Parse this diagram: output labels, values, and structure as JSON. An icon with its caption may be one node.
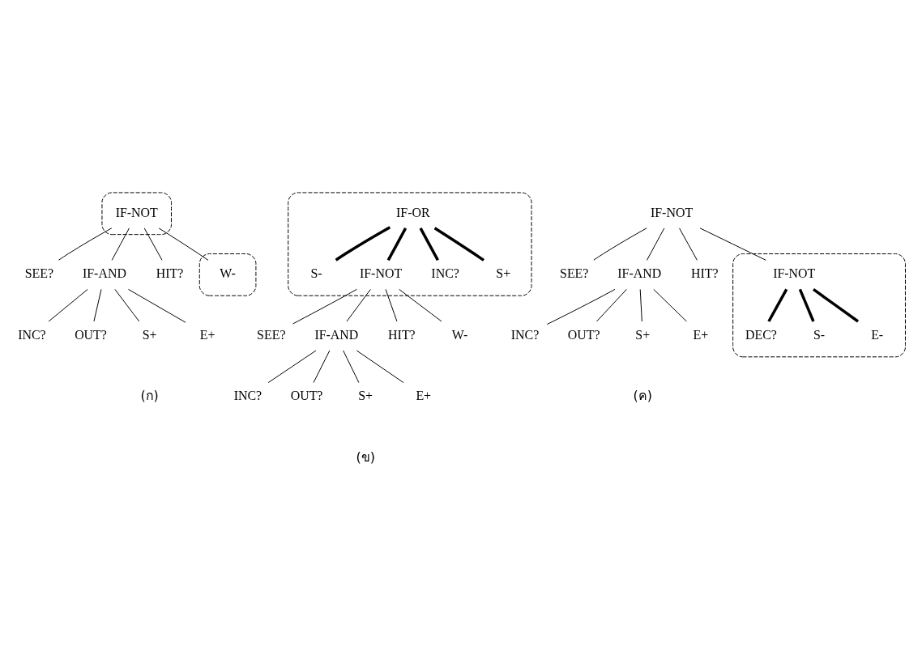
{
  "diagram": {
    "nodes": [
      {
        "text": [],
        "shape": "ellipse"
      },
      {
        "text": [
          "IF-NOT"
        ],
        "in": 0
      },
      {
        "text": [
          "SEE?"
        ]
      },
      {
        "text": [
          "IF-AND"
        ]
      },
      {
        "text": [
          "HIT?"
        ]
      },
      {
        "text": [],
        "shape": "ellipse"
      },
      {
        "text": [
          "W-"
        ],
        "in": 5
      },
      {
        "text": [
          "INC?"
        ]
      },
      {
        "text": [
          "OUT?"
        ]
      },
      {
        "text": [
          "S+"
        ]
      },
      {
        "text": [
          "E+"
        ]
      },
      {
        "text": [],
        "shape": "ellipse"
      },
      {
        "text": [
          "IF-OR"
        ],
        "in": 11
      },
      {
        "text": [
          "S-"
        ],
        "in": 11
      },
      {
        "text": [
          "IF-NOT"
        ],
        "in": 11
      },
      {
        "text": [
          "INC?"
        ],
        "in": 11
      },
      {
        "text": [
          "S+"
        ],
        "in": 11
      },
      {
        "text": [
          "SEE?"
        ]
      },
      {
        "text": [
          "IF-AND"
        ]
      },
      {
        "text": [
          "HIT?"
        ]
      },
      {
        "text": [
          "W-"
        ]
      },
      {
        "text": [
          "INC?"
        ]
      },
      {
        "text": [
          "OUT?"
        ]
      },
      {
        "text": [
          "S+"
        ]
      },
      {
        "text": [
          "E+"
        ]
      },
      {
        "text": [
          "IF-NOT"
        ]
      },
      {
        "text": [
          "SEE?"
        ]
      },
      {
        "text": [
          "IF-AND"
        ]
      },
      {
        "text": [
          "HIT?"
        ]
      },
      {
        "text": [],
        "shape": "ellipse"
      },
      {
        "text": [
          "IF-NOT"
        ],
        "in": 29
      },
      {
        "text": [
          "INC?"
        ]
      },
      {
        "text": [
          "OUT?"
        ]
      },
      {
        "text": [
          "S+"
        ]
      },
      {
        "text": [
          "E+"
        ]
      },
      {
        "text": [
          "DEC?"
        ],
        "in": 29
      },
      {
        "text": [
          "S-"
        ],
        "in": 29
      },
      {
        "text": [
          "E-"
        ],
        "in": 29
      }
    ],
    "edges": [
      {
        "from": 1,
        "to": 2,
        "arrow": "none"
      },
      {
        "from": 1,
        "to": 3,
        "arrow": "none"
      },
      {
        "from": 1,
        "to": 4,
        "arrow": "none"
      },
      {
        "from": 1,
        "to": 6,
        "arrow": "none"
      },
      {
        "from": 3,
        "to": 7,
        "arrow": "none"
      },
      {
        "from": 3,
        "to": 8,
        "arrow": "none"
      },
      {
        "from": 3,
        "to": 9,
        "arrow": "none"
      },
      {
        "from": 3,
        "to": 10,
        "arrow": "none"
      },
      {
        "from": 12,
        "to": 13,
        "arrow": "none",
        "style": "thick"
      },
      {
        "from": 12,
        "to": 14,
        "arrow": "none",
        "style": "thick"
      },
      {
        "from": 12,
        "to": 15,
        "arrow": "none",
        "style": "thick"
      },
      {
        "from": 12,
        "to": 16,
        "arrow": "none",
        "style": "thick"
      },
      {
        "from": 14,
        "to": 17,
        "arrow": "none"
      },
      {
        "from": 14,
        "to": 18,
        "arrow": "none"
      },
      {
        "from": 14,
        "to": 19,
        "arrow": "none"
      },
      {
        "from": 14,
        "to": 20,
        "arrow": "none"
      },
      {
        "from": 18,
        "to": 21,
        "arrow": "none"
      },
      {
        "from": 18,
        "to": 22,
        "arrow": "none"
      },
      {
        "from": 18,
        "to": 23,
        "arrow": "none"
      },
      {
        "from": 18,
        "to": 24,
        "arrow": "none"
      },
      {
        "from": 25,
        "to": 26,
        "arrow": "none"
      },
      {
        "from": 25,
        "to": 27,
        "arrow": "none"
      },
      {
        "from": 25,
        "to": 28,
        "arrow": "none"
      },
      {
        "from": 25,
        "to": 30,
        "arrow": "none"
      },
      {
        "from": 27,
        "to": 31,
        "arrow": "none"
      },
      {
        "from": 27,
        "to": 32,
        "arrow": "none"
      },
      {
        "from": 27,
        "to": 33,
        "arrow": "none"
      },
      {
        "from": 27,
        "to": 34,
        "arrow": "none"
      },
      {
        "from": 30,
        "to": 35,
        "arrow": "none",
        "style": "thick"
      },
      {
        "from": 30,
        "to": 36,
        "arrow": "none",
        "style": "thick"
      },
      {
        "from": 30,
        "to": 37,
        "arrow": "none",
        "style": "thick"
      }
    ],
    "labels": [
      "(ก)",
      "(ข)",
      "(ค)"
    ]
  }
}
